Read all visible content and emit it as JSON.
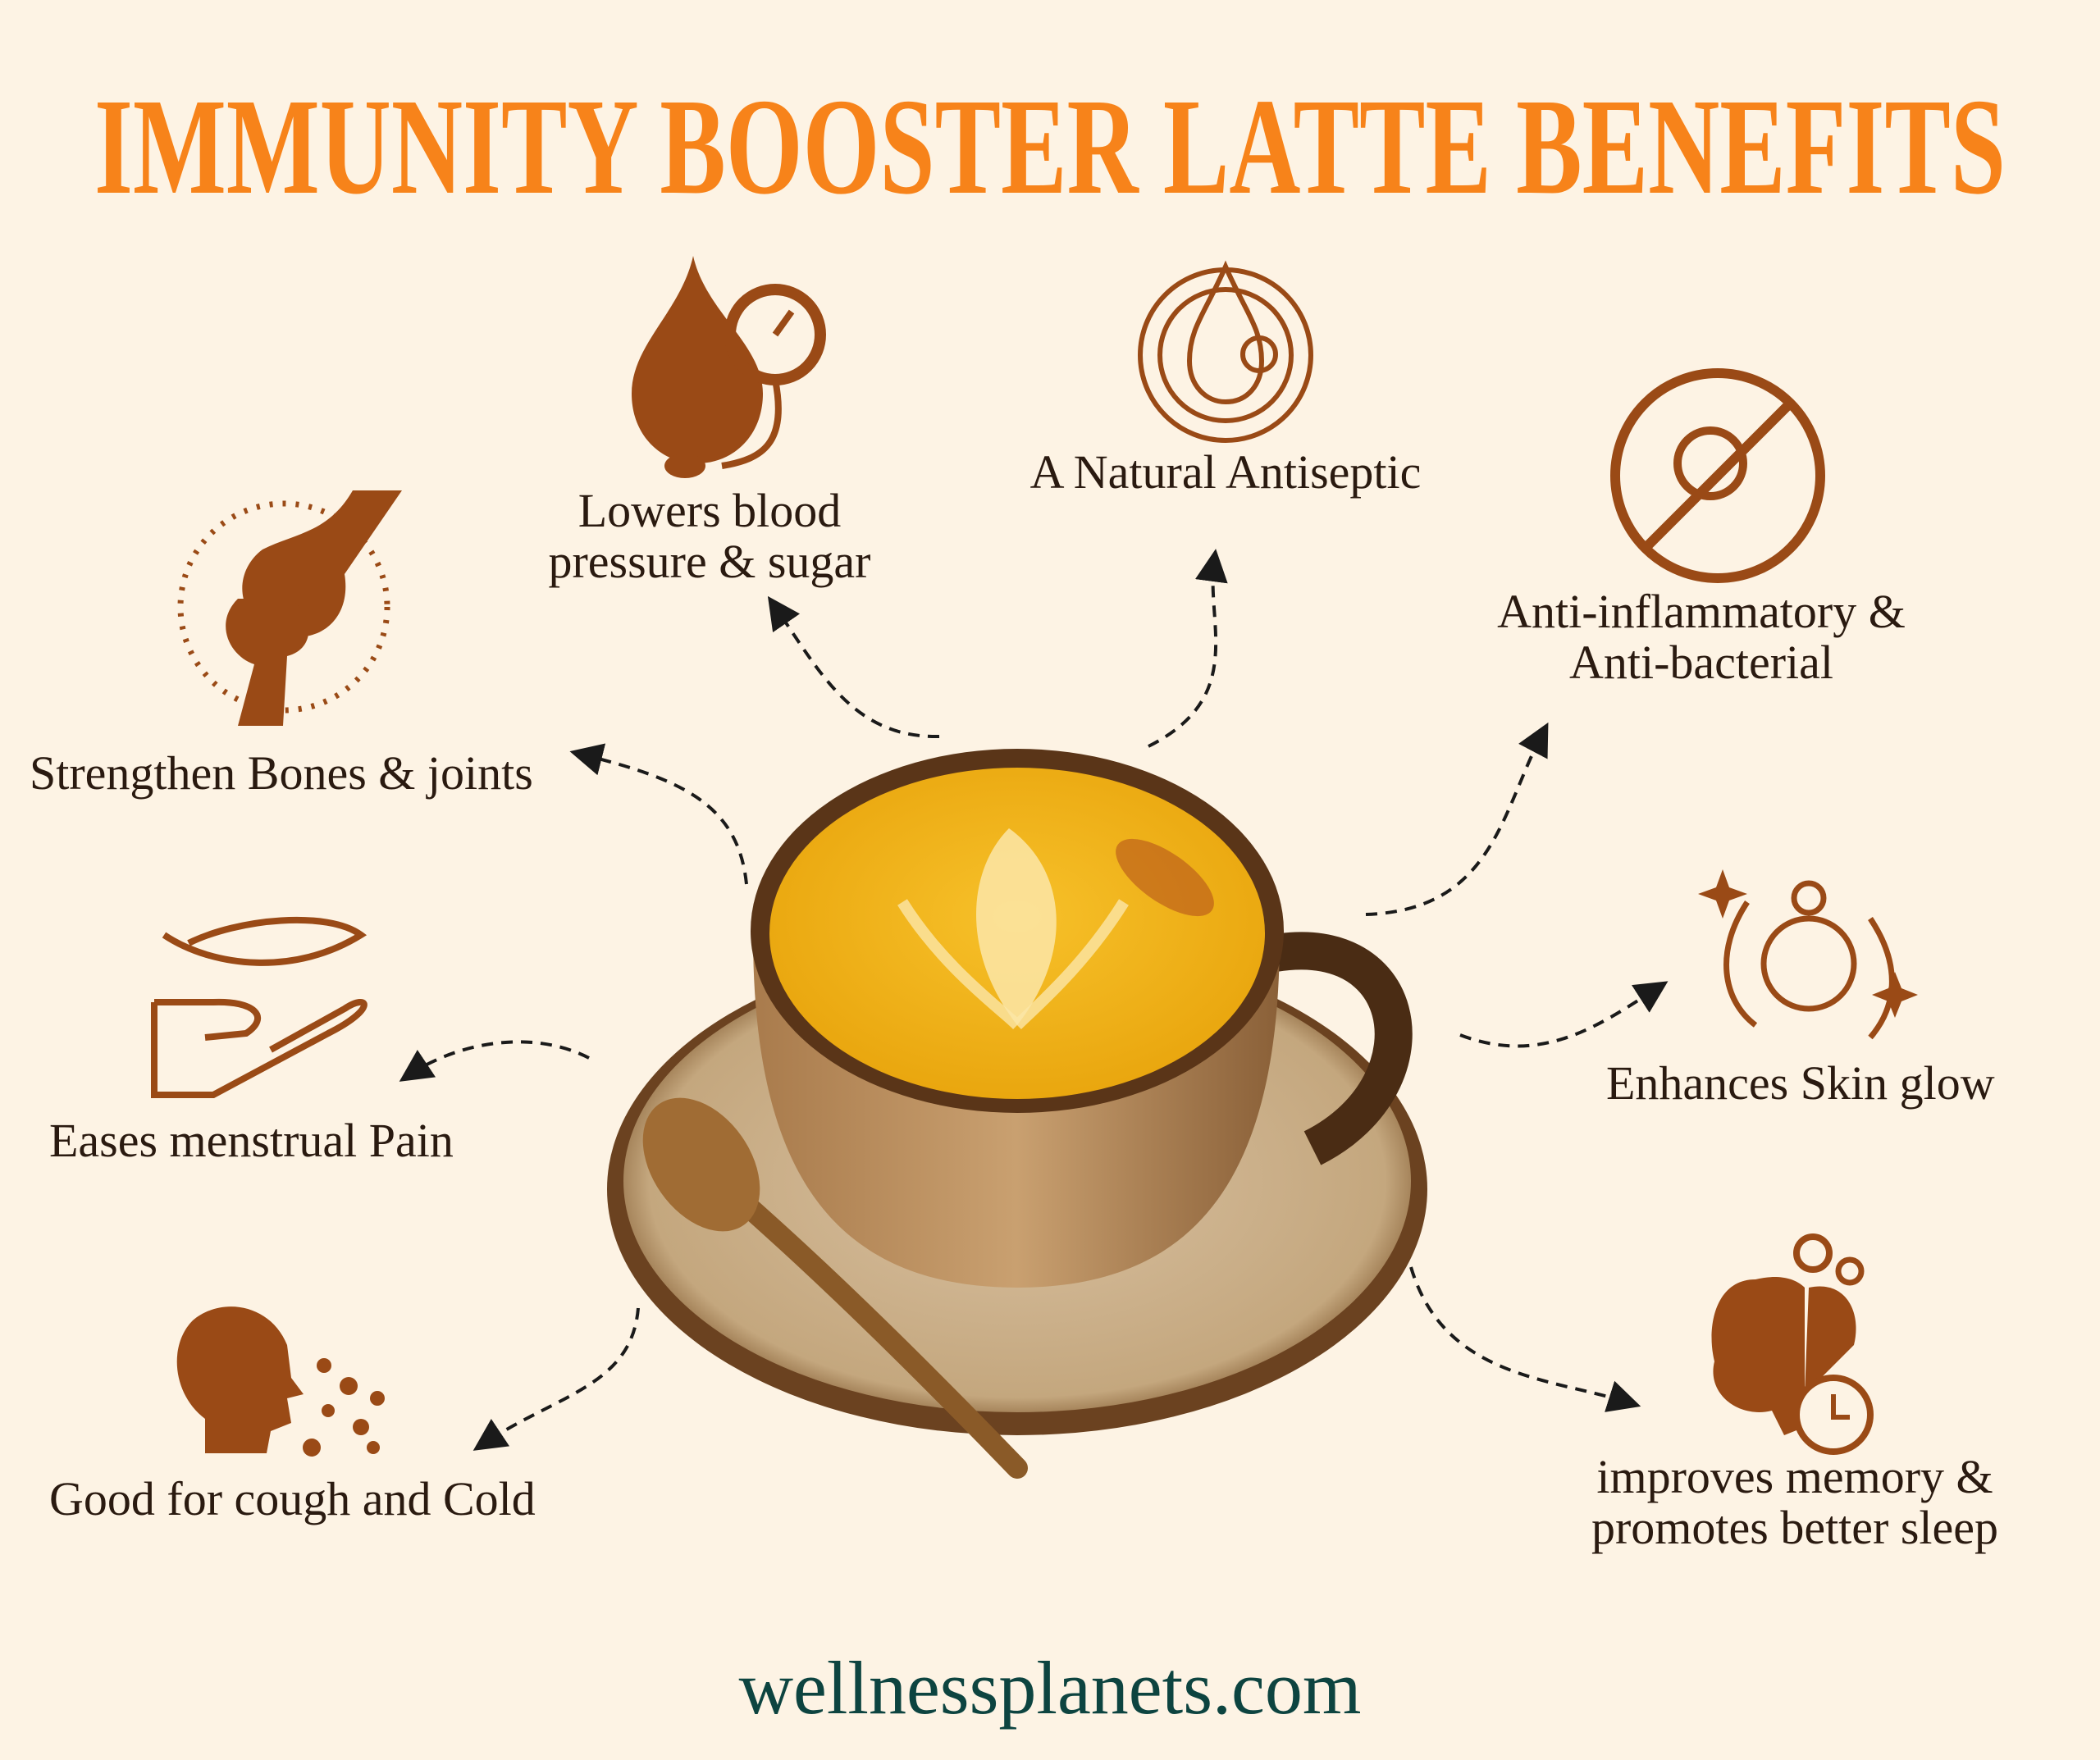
{
  "title": "IMMUNITY BOOSTER LATTE BENEFITS",
  "benefits": [
    {
      "icon": "blood-pressure-icon",
      "lines": [
        "Lowers blood",
        "pressure & sugar"
      ]
    },
    {
      "icon": "antiseptic-drop-icon",
      "lines": [
        "A Natural Antiseptic"
      ]
    },
    {
      "icon": "no-bacteria-icon",
      "lines": [
        "Anti-inflammatory &",
        "Anti-bacterial"
      ]
    },
    {
      "icon": "bone-joint-icon",
      "lines": [
        "Strengthen Bones & joints"
      ]
    },
    {
      "icon": "skin-glow-face-icon",
      "lines": [
        "Enhances Skin glow"
      ]
    },
    {
      "icon": "hand-feather-icon",
      "lines": [
        "Eases menstrual Pain"
      ]
    },
    {
      "icon": "cough-head-icon",
      "lines": [
        "Good for cough and Cold"
      ]
    },
    {
      "icon": "brain-clock-icon",
      "lines": [
        "improves memory &",
        "promotes better sleep"
      ]
    }
  ],
  "footer": "wellnessplanets.com",
  "colors": {
    "title": "#f7831a",
    "icon": "#9a4a16",
    "text": "#2a1a10",
    "footer": "#0d4440",
    "background": "#fdf3e4"
  }
}
